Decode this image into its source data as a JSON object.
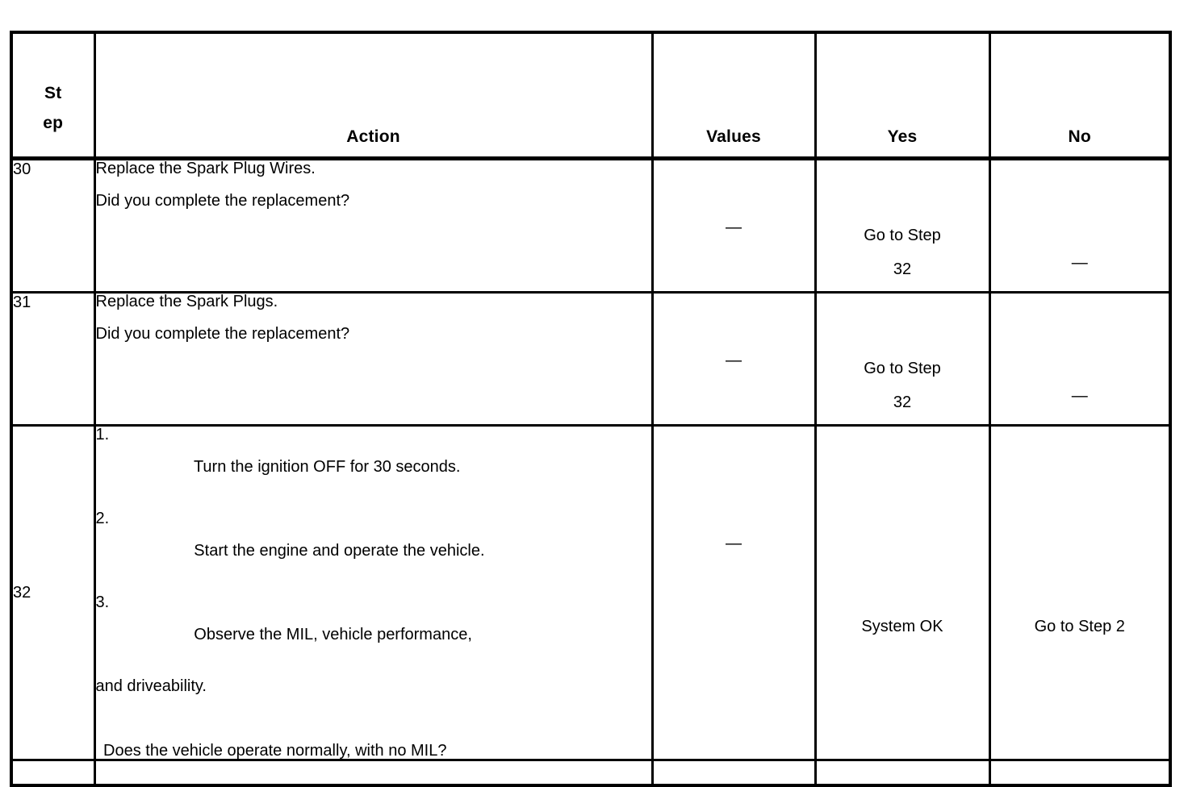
{
  "table": {
    "columns": [
      {
        "key": "step",
        "label": "Step",
        "label_wrapped": "St ep"
      },
      {
        "key": "action",
        "label": "Action"
      },
      {
        "key": "values",
        "label": "Values"
      },
      {
        "key": "yes",
        "label": "Yes"
      },
      {
        "key": "no",
        "label": "No"
      }
    ],
    "header": {
      "step_line1": "St",
      "step_line2": "ep",
      "action": "Action",
      "values": "Values",
      "yes": "Yes",
      "no": "No"
    },
    "rows": [
      {
        "step": "30",
        "action_lines": [
          "Replace the Spark Plug Wires.",
          "Did you complete the replacement?"
        ],
        "values": "—",
        "yes_line1": "Go to Step",
        "yes_line2": "32",
        "no": "—"
      },
      {
        "step": "31",
        "action_lines": [
          "Replace the Spark Plugs.",
          "Did you complete the replacement?"
        ],
        "values": "—",
        "yes_line1": "Go to Step",
        "yes_line2": "32",
        "no": "—"
      },
      {
        "step": "32",
        "list_items": [
          {
            "number": "1.",
            "text": "Turn the ignition OFF for 30 seconds."
          },
          {
            "number": "2.",
            "text": "Start the engine and operate the vehicle."
          },
          {
            "number": "3.",
            "text": "Observe the MIL, vehicle performance,"
          }
        ],
        "continuation": "and driveability.",
        "question": " Does the vehicle operate normally, with no MIL?",
        "values": "—",
        "yes": "System OK",
        "no": "Go to Step 2"
      }
    ]
  },
  "colors": {
    "border": "#000000",
    "background": "#ffffff",
    "text": "#000000"
  }
}
